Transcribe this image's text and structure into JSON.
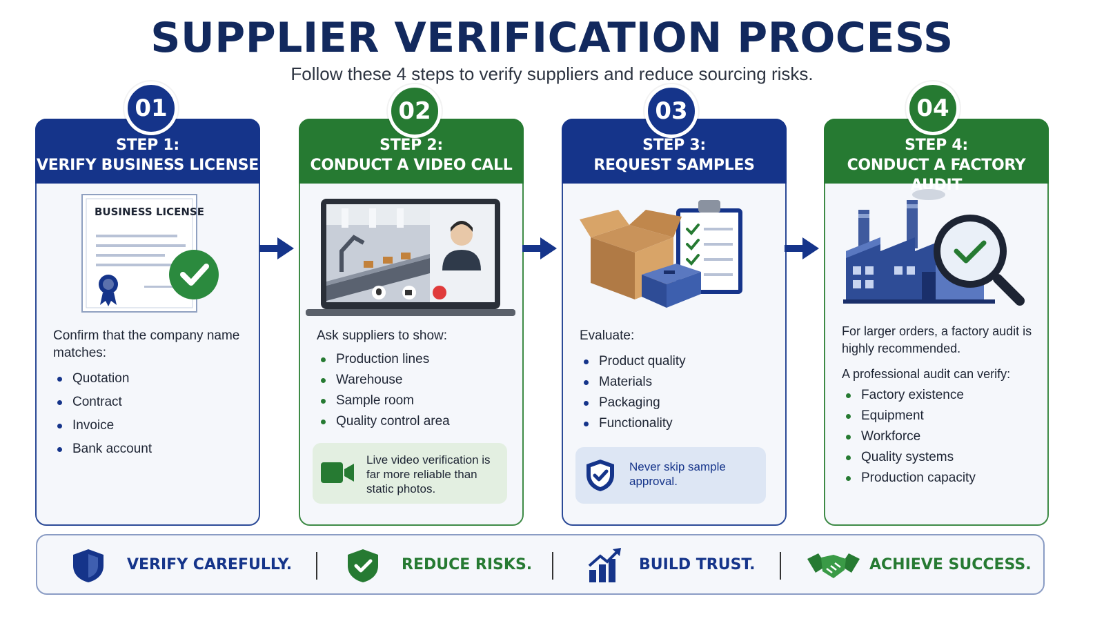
{
  "title": "SUPPLIER VERIFICATION PROCESS",
  "subtitle": "Follow these 4 steps to verify suppliers and reduce sourcing risks.",
  "colors": {
    "navy": "#15348a",
    "green": "#267a32",
    "title": "#12295e"
  },
  "steps": [
    {
      "number": "01",
      "line1": "STEP 1:",
      "line2": "VERIFY BUSINESS LICENSE",
      "illustration_label": "BUSINESS LICENSE",
      "intro": "Confirm that the company name matches:",
      "items": [
        "Quotation",
        "Contract",
        "Invoice",
        "Bank account"
      ]
    },
    {
      "number": "02",
      "line1": "STEP 2:",
      "line2": "CONDUCT A VIDEO CALL",
      "intro": "Ask suppliers to show:",
      "items": [
        "Production lines",
        "Warehouse",
        "Sample room",
        "Quality control area"
      ],
      "note": "Live video verification is far more reliable than static photos."
    },
    {
      "number": "03",
      "line1": "STEP 3:",
      "line2": "REQUEST SAMPLES",
      "intro": "Evaluate:",
      "items": [
        "Product quality",
        "Materials",
        "Packaging",
        "Functionality"
      ],
      "note": "Never skip sample approval."
    },
    {
      "number": "04",
      "line1": "STEP 4:",
      "line2": "CONDUCT A FACTORY AUDIT",
      "intro": "For larger orders, a factory audit is highly recommended.",
      "intro2": "A professional audit can verify:",
      "items": [
        "Factory existence",
        "Equipment",
        "Workforce",
        "Quality systems",
        "Production capacity"
      ]
    }
  ],
  "footer": [
    {
      "label": "VERIFY CAREFULLY.",
      "icon": "shield-icon"
    },
    {
      "label": "REDUCE RISKS.",
      "icon": "shield-check-icon"
    },
    {
      "label": "BUILD TRUST.",
      "icon": "growth-chart-icon"
    },
    {
      "label": "ACHIEVE SUCCESS.",
      "icon": "handshake-icon"
    }
  ]
}
